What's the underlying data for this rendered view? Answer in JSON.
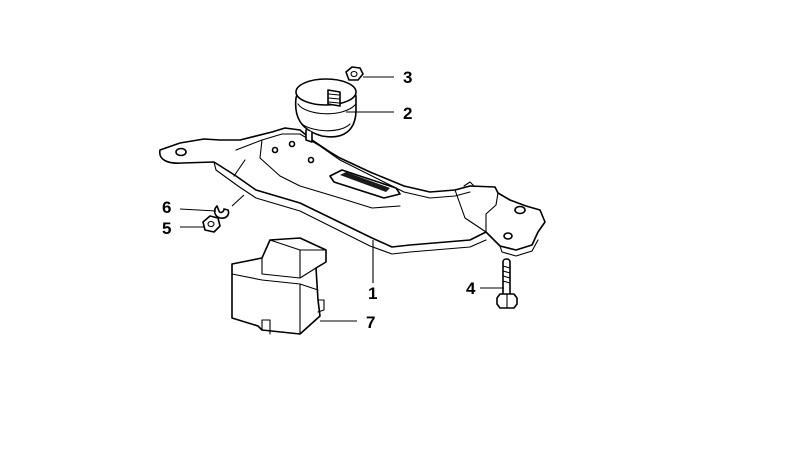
{
  "diagram": {
    "callouts": {
      "c1": "1",
      "c2": "2",
      "c3": "3",
      "c4": "4",
      "c5": "5",
      "c6": "6",
      "c7": "7"
    },
    "ink_color": "#000000",
    "background_color": "#ffffff"
  }
}
